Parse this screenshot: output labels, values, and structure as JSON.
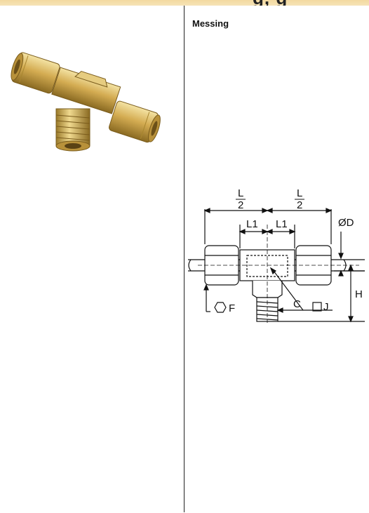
{
  "header": {
    "title_fragment": "g, g"
  },
  "right": {
    "material": "Messing"
  },
  "drawing": {
    "label_L_num": "L",
    "label_L_den": "2",
    "label_L1": "L1",
    "label_D": "ØD",
    "label_H": "H",
    "label_F": "F",
    "label_C": "C",
    "label_J": "J"
  },
  "colors": {
    "brass": "#c9a24a",
    "brass_dark": "#8a6a22",
    "brass_light": "#f0dd9a",
    "accent_bar": "#f3d9a0"
  },
  "icons": {
    "hexagon": "hexagon-icon",
    "square": "square-icon"
  }
}
